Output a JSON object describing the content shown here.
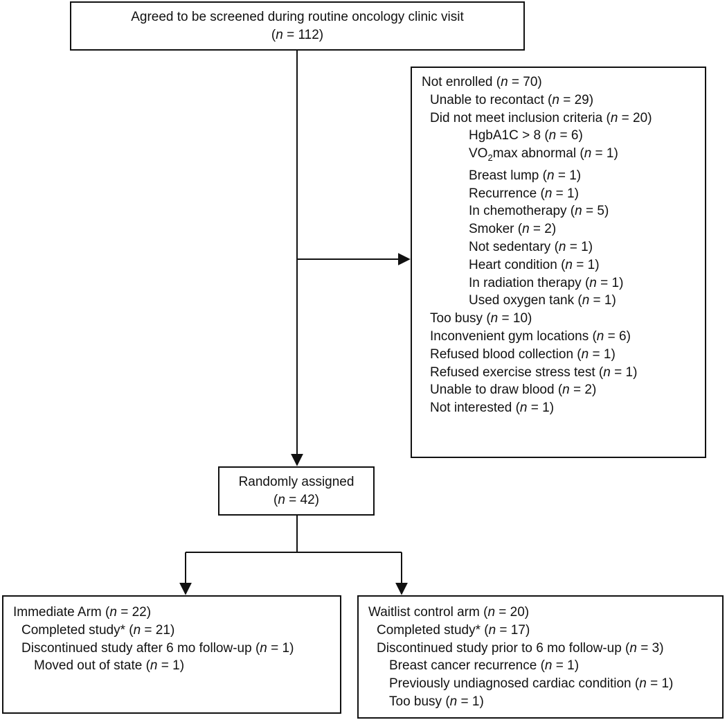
{
  "screened": {
    "line1": "Agreed to be screened during routine oncology clinic visit",
    "count_prefix": "(",
    "count_var": "n",
    "count_rest": " = 112)"
  },
  "not_enrolled": {
    "items": [
      {
        "level": 0,
        "label": "Not enrolled (",
        "n": "n",
        "rest": " = 70)"
      },
      {
        "level": 1,
        "label": "Unable to recontact (",
        "n": "n",
        "rest": " = 29)"
      },
      {
        "level": 1,
        "label": "Did not meet inclusion criteria (",
        "n": "n",
        "rest": " = 20)"
      },
      {
        "level": 2,
        "label": "HgbA1C > 8 (",
        "n": "n",
        "rest": " = 6)"
      },
      {
        "level": 2,
        "label": "VO",
        "sub": "2",
        "label_after_sub": "max abnormal (",
        "n": "n",
        "rest": " = 1)"
      },
      {
        "level": 2,
        "label": "Breast lump (",
        "n": "n",
        "rest": " = 1)"
      },
      {
        "level": 2,
        "label": "Recurrence (",
        "n": "n",
        "rest": " = 1)"
      },
      {
        "level": 2,
        "label": "In chemotherapy (",
        "n": "n",
        "rest": " = 5)"
      },
      {
        "level": 2,
        "label": "Smoker (",
        "n": "n",
        "rest": " = 2)"
      },
      {
        "level": 2,
        "label": "Not sedentary (",
        "n": "n",
        "rest": " = 1)"
      },
      {
        "level": 2,
        "label": "Heart condition (",
        "n": "n",
        "rest": " = 1)"
      },
      {
        "level": 2,
        "label": "In radiation therapy (",
        "n": "n",
        "rest": " = 1)"
      },
      {
        "level": 2,
        "label": "Used oxygen tank (",
        "n": "n",
        "rest": " = 1)"
      },
      {
        "level": 1,
        "label": "Too busy (",
        "n": "n",
        "rest": " = 10)"
      },
      {
        "level": 1,
        "label": "Inconvenient gym locations (",
        "n": "n",
        "rest": " = 6)"
      },
      {
        "level": 1,
        "label": "Refused blood collection (",
        "n": "n",
        "rest": " = 1)"
      },
      {
        "level": 1,
        "label": "Refused exercise stress test (",
        "n": "n",
        "rest": " = 1)"
      },
      {
        "level": 1,
        "label": "Unable to draw blood (",
        "n": "n",
        "rest": " = 2)"
      },
      {
        "level": 1,
        "label": "Not interested (",
        "n": "n",
        "rest": " = 1)"
      }
    ]
  },
  "randomized": {
    "line1": "Randomly assigned",
    "count_prefix": "(",
    "count_var": "n",
    "count_rest": " = 42)"
  },
  "immediate_arm": {
    "items": [
      {
        "level": 0,
        "label": "Immediate Arm (",
        "n": "n",
        "rest": " = 22)"
      },
      {
        "level": 1,
        "label": "Completed study* (",
        "n": "n",
        "rest": " = 21)"
      },
      {
        "level": 1,
        "label": "Discontinued study after 6 mo follow-up (",
        "n": "n",
        "rest": " = 1)"
      },
      {
        "level": 3,
        "label": "Moved out of state (",
        "n": "n",
        "rest": " = 1)"
      }
    ]
  },
  "waitlist_arm": {
    "items": [
      {
        "level": 0,
        "label": "Waitlist control arm (",
        "n": "n",
        "rest": " = 20)"
      },
      {
        "level": 1,
        "label": "Completed study* (",
        "n": "n",
        "rest": " = 17)"
      },
      {
        "level": 1,
        "label": "Discontinued study prior to 6 mo follow-up (",
        "n": "n",
        "rest": " = 3)"
      },
      {
        "level": 3,
        "label": "Breast cancer recurrence (",
        "n": "n",
        "rest": " = 1)"
      },
      {
        "level": 3,
        "label": "Previously undiagnosed cardiac condition (",
        "n": "n",
        "rest": " = 1)"
      },
      {
        "level": 3,
        "label": "Too busy (",
        "n": "n",
        "rest": " = 1)"
      }
    ]
  }
}
